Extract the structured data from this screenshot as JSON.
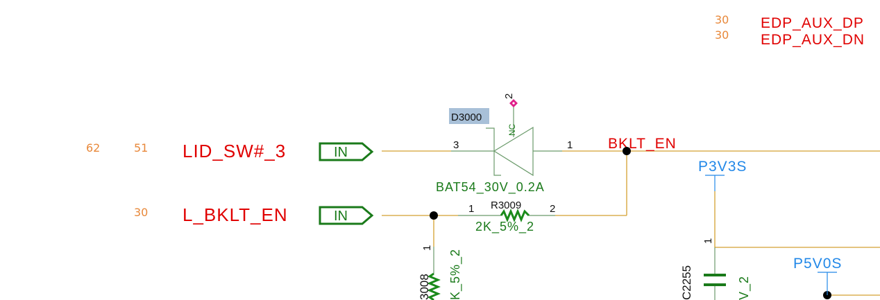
{
  "schematic": {
    "top_right_nets": [
      {
        "sheet_ref": "30",
        "name": "EDP_AUX_DP"
      },
      {
        "sheet_ref": "30",
        "name": "EDP_AUX_DN"
      }
    ],
    "input_ports": [
      {
        "sheet_refs": [
          "62",
          "51"
        ],
        "net": "LID_SW#_3",
        "direction": "IN"
      },
      {
        "sheet_refs": [
          "30"
        ],
        "net": "L_BKLT_EN",
        "direction": "IN"
      }
    ],
    "diode": {
      "refdes": "D3000",
      "value": "BAT54_30V_0.2A",
      "pin_anode": "3",
      "pin_cathode": "1",
      "pin_nc": "2",
      "nc_label": "NC"
    },
    "resistor_r3009": {
      "refdes": "R3009",
      "value": "2K_5%_2",
      "pin1": "1",
      "pin2": "2"
    },
    "resistor_r3008": {
      "refdes": "3008",
      "value": "K_5%_2",
      "pin1": "1"
    },
    "output_net": "BKLT_EN",
    "power_nets": [
      {
        "name": "P3V3S"
      },
      {
        "name": "P5V0S"
      }
    ],
    "capacitor": {
      "refdes": "C2255",
      "value": "V_2",
      "pin1": "1"
    },
    "colors": {
      "wire": "#d4a030",
      "net_label": "#e00000",
      "power": "#2288e8",
      "component": "#1a7a1a",
      "sheet_ref": "#e8883a",
      "selection_highlight": "#a8c0d8",
      "nc_marker": "#e0208a"
    }
  }
}
